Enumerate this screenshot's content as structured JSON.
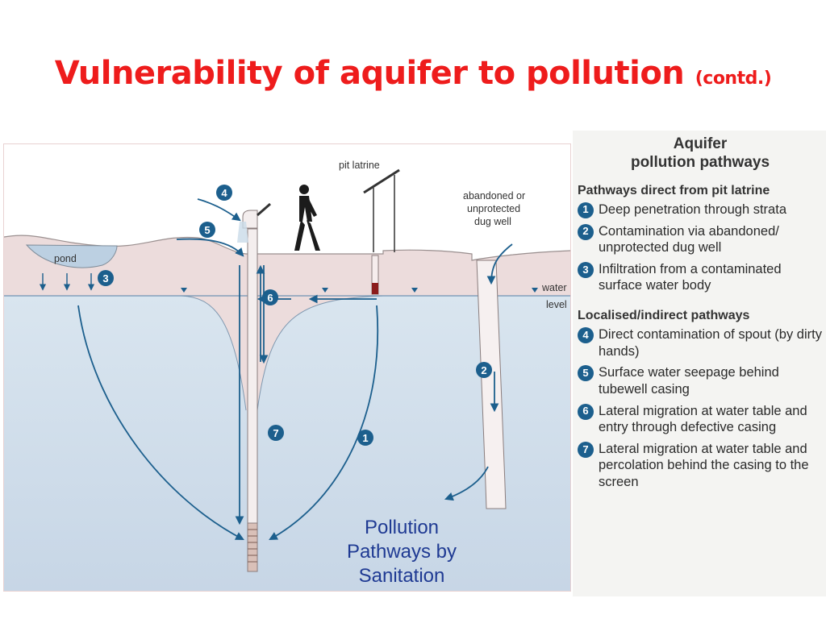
{
  "title": {
    "main": "Vulnerability of aquifer to pollution",
    "suffix": "(contd.)"
  },
  "diagram": {
    "labels": {
      "pond": "pond",
      "pit_latrine": "pit latrine",
      "dug_well_line1": "abandoned or",
      "dug_well_line2": "unprotected",
      "dug_well_line3": "dug well",
      "water_level_line1": "water",
      "water_level_line2": "level"
    },
    "markers": [
      "1",
      "2",
      "3",
      "4",
      "5",
      "6",
      "7"
    ],
    "colors": {
      "aquifer": "#cddbe9",
      "soil": "#ecdcdc",
      "arrow": "#1c5f8d",
      "latrine_pit": "#8b1c1c"
    }
  },
  "caption": {
    "line1": "Pollution",
    "line2": "Pathways by",
    "line3": "Sanitation"
  },
  "legend": {
    "title_line1": "Aquifer",
    "title_line2": "pollution pathways",
    "direct_heading": "Pathways direct from pit latrine",
    "direct_items": [
      {
        "num": "1",
        "text": "Deep penetration through strata"
      },
      {
        "num": "2",
        "text": "Contamination via abandoned/ unprotected dug well"
      },
      {
        "num": "3",
        "text": "Infiltration from a contaminated surface water body"
      }
    ],
    "indirect_heading": "Localised/indirect pathways",
    "indirect_items": [
      {
        "num": "4",
        "text": "Direct contamination of spout (by dirty hands)"
      },
      {
        "num": "5",
        "text": "Surface water seepage behind tubewell casing"
      },
      {
        "num": "6",
        "text": "Lateral migration at water table and entry through defective casing"
      },
      {
        "num": "7",
        "text": "Lateral migration at water table and percolation behind the casing to the screen"
      }
    ]
  }
}
